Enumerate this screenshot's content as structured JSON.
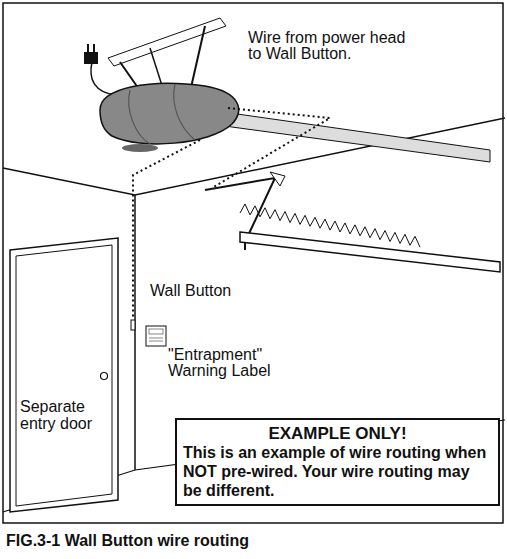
{
  "diagram": {
    "caption": "FIG.3-1 Wall Button wire routing",
    "nodes": [
      {
        "text": [
          "Separate entry door"
        ]
      },
      {
        "text": [
          "EXAMPLE ONLY!",
          "This is an example of wire routing when NOT pre-wired. Your wire routing may be different."
        ]
      }
    ],
    "labels": [
      "Wire from power head to Wall Button.",
      "Wall Button",
      "\"Entrapment\" Warning Label"
    ]
  }
}
